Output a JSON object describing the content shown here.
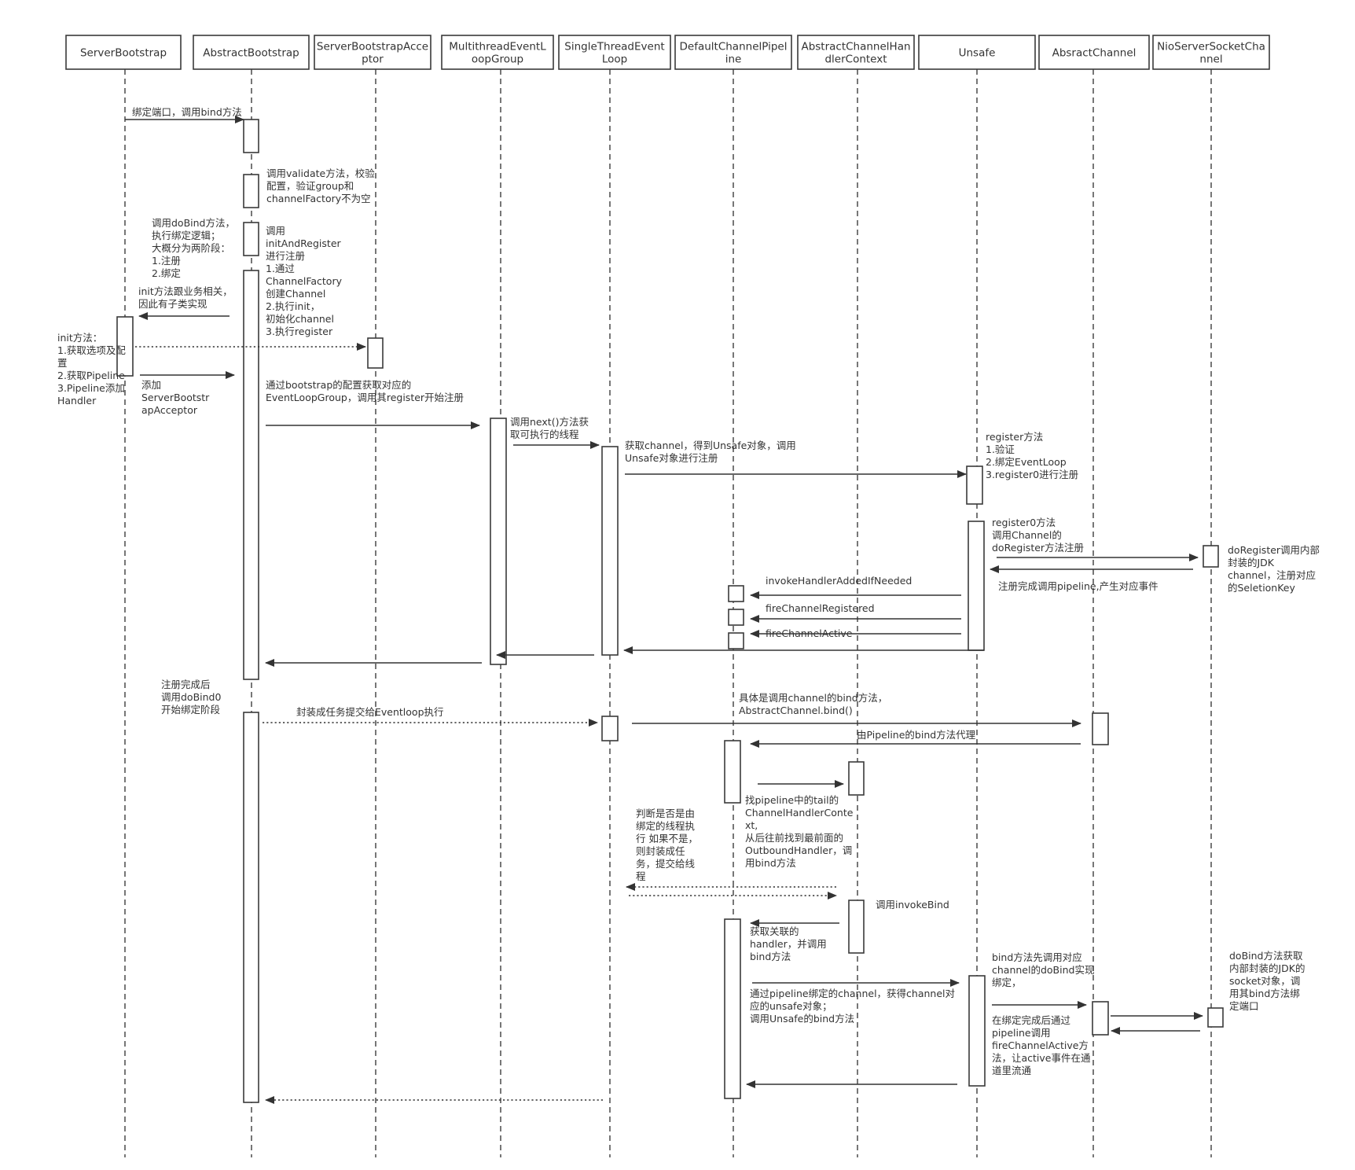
{
  "participants": [
    [
      "ServerBootstrap"
    ],
    [
      "AbstractBootstrap"
    ],
    [
      "ServerBootstrapAcce",
      "ptor"
    ],
    [
      "MultithreadEventL",
      "oopGroup"
    ],
    [
      "SingleThreadEvent",
      "Loop"
    ],
    [
      "DefaultChannelPipel",
      "ine"
    ],
    [
      "AbstractChannelHan",
      "dlerContext"
    ],
    [
      "Unsafe"
    ],
    [
      "AbsractChannel"
    ],
    [
      "NioServerSocketCha",
      "nnel"
    ]
  ],
  "notes": {
    "bind_call": [
      "绑定端口，调用bind方法"
    ],
    "validate": [
      "调用validate方法，校验",
      "配置，验证group和",
      "channelFactory不为空"
    ],
    "do_bind_intro": [
      "调用doBind方法，",
      "执行绑定逻辑；",
      "大概分为两阶段：",
      "1.注册",
      "2.绑定"
    ],
    "init_and_register": [
      "调用",
      "initAndRegister",
      "进行注册",
      "1.通过",
      "ChannelFactory",
      "创建Channel",
      "2.执行init，",
      "初始化channel",
      "3.执行register"
    ],
    "init_subclass": [
      "init方法跟业务相关，",
      "因此有子类实现"
    ],
    "init_steps": [
      "init方法：",
      "1.获取选项及配",
      "置",
      "2.获取Pipeline",
      "3.Pipeline添加",
      "Handler"
    ],
    "add_acceptor": [
      "添加",
      "ServerBootstr",
      "apAcceptor"
    ],
    "get_group": [
      "通过bootstrap的配置获取对应的",
      "EventLoopGroup，调用其register开始注册"
    ],
    "next_thread": [
      "调用next()方法获",
      "取可执行的线程"
    ],
    "get_unsafe": [
      "获取channel，得到Unsafe对象，调用",
      "Unsafe对象进行注册"
    ],
    "register_method": [
      "register方法",
      "1.验证",
      "2.绑定EventLoop",
      "3.register0进行注册"
    ],
    "register0": [
      "register0方法",
      "调用Channel的",
      "doRegister方法注册"
    ],
    "do_register": [
      "doRegister调用内部",
      "封装的JDK",
      "channel，注册对应",
      "的SeletionKey"
    ],
    "pipeline_events": [
      "注册完成调用pipeline,产生对应事件"
    ],
    "handler_added": [
      "invokeHandlerAddedIfNeeded"
    ],
    "channel_registered": [
      "fireChannelRegistered"
    ],
    "channel_active": [
      "fireChannelActive"
    ],
    "start_bind": [
      "注册完成后",
      "调用doBind0",
      "开始绑定阶段"
    ],
    "submit_task": [
      "封装成任务提交给Eventloop执行"
    ],
    "channel_bind": [
      "具体是调用channel的bind方法，",
      "AbstractChannel.bind()"
    ],
    "pipeline_proxy": [
      "由Pipeline的bind方法代理"
    ],
    "find_tail": [
      "找pipeline中的tail的",
      "ChannelHandlerConte",
      "xt,",
      "从后往前找到最前面的",
      "OutboundHandler，调",
      "用bind方法"
    ],
    "thread_check": [
      "判断是否是由",
      "绑定的线程执",
      "行 如果不是，",
      "则封装成任",
      "务，提交给线",
      "程"
    ],
    "invoke_bind": [
      "调用invokeBind"
    ],
    "get_handler": [
      "获取关联的",
      "handler，并调用",
      "bind方法"
    ],
    "unsafe_bind": [
      "通过pipeline绑定的channel，获得channel对",
      "应的unsafe对象；",
      "调用Unsafe的bind方法"
    ],
    "bind_first": [
      "bind方法先调用对应",
      "channel的doBind实现",
      "绑定，"
    ],
    "after_bind": [
      "在绑定完成后通过",
      "pipeline调用",
      "fireChannelActive方",
      "法，让active事件在通",
      "道里流通"
    ],
    "do_bind_jdk": [
      "doBind方法获取",
      "内部封装的JDK的",
      "socket对象，调",
      "用其bind方法绑",
      "定端口"
    ]
  }
}
